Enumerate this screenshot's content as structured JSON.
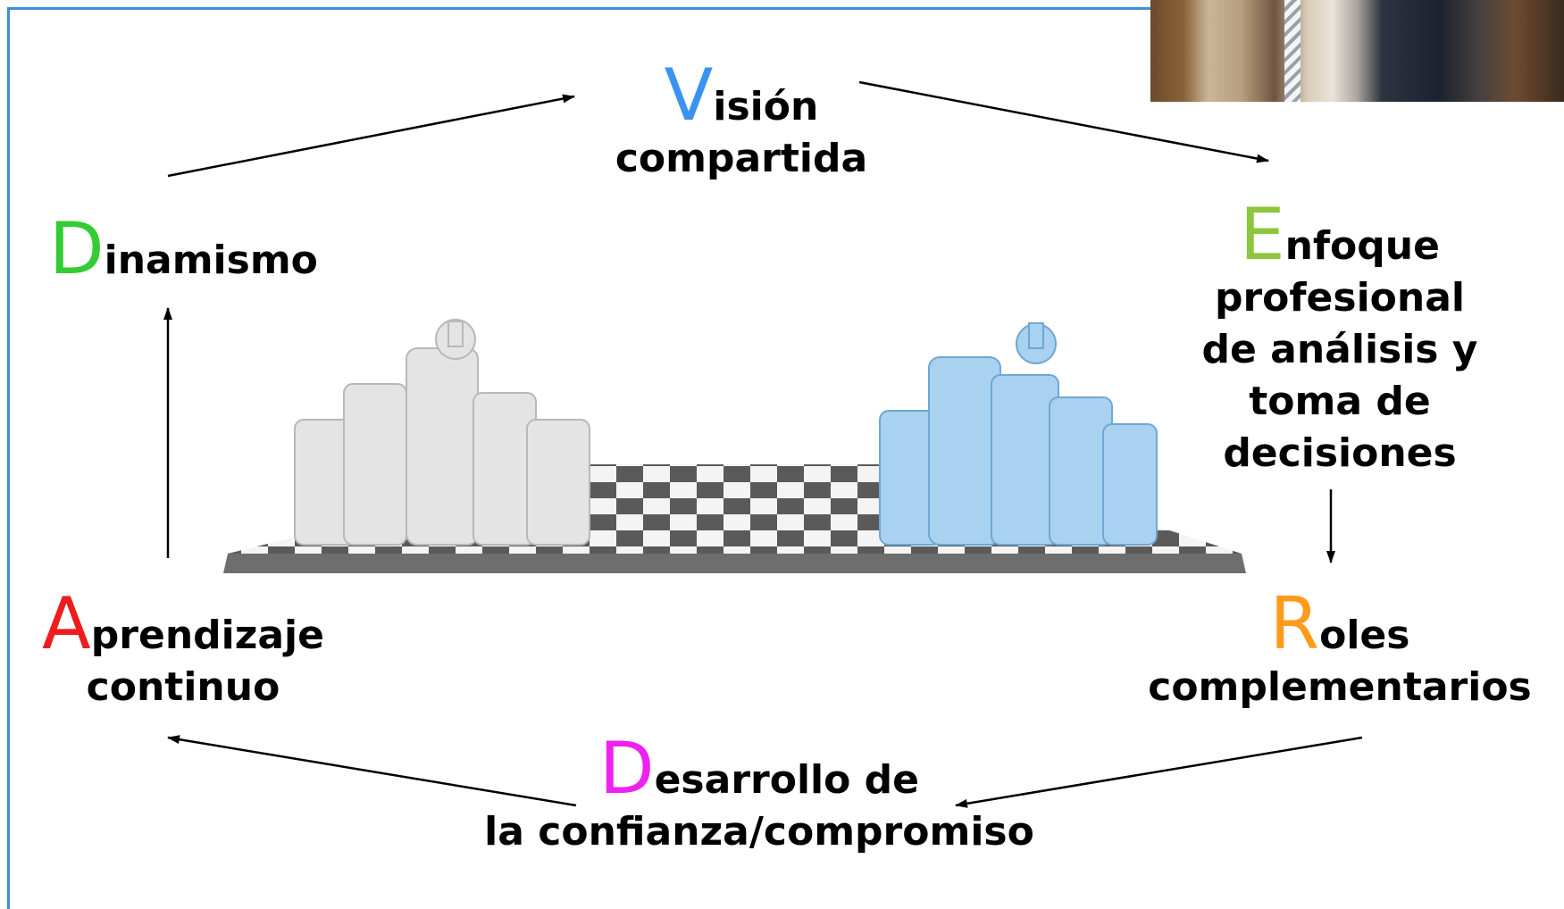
{
  "photo": {
    "description_icon": "people-photo"
  },
  "board": {
    "icon": "chess-board-illustration",
    "white_color": "#e6e6e6",
    "blue_color": "#9cc8ea"
  },
  "nodes": {
    "vision": {
      "initial": "V",
      "rest": "isión",
      "line2": "compartida",
      "color": "#3a93f0"
    },
    "enfoque": {
      "initial": "E",
      "rest": "nfoque",
      "lines": [
        "profesional",
        "de análisis y",
        "toma de",
        "decisiones"
      ],
      "color": "#8cc63e"
    },
    "roles": {
      "initial": "R",
      "rest": "oles",
      "line2": "complementarios",
      "color": "#ff9a1a"
    },
    "desarrollo": {
      "initial": "D",
      "rest": "esarrollo de",
      "line2": "la confianza/compromiso",
      "color": "#ee22ee"
    },
    "aprendizaje": {
      "initial": "A",
      "rest": "prendizaje",
      "line2": "continuo",
      "color": "#ee1c1c"
    },
    "dinamismo": {
      "initial": "D",
      "rest": "inamismo",
      "color": "#33cc33"
    }
  }
}
